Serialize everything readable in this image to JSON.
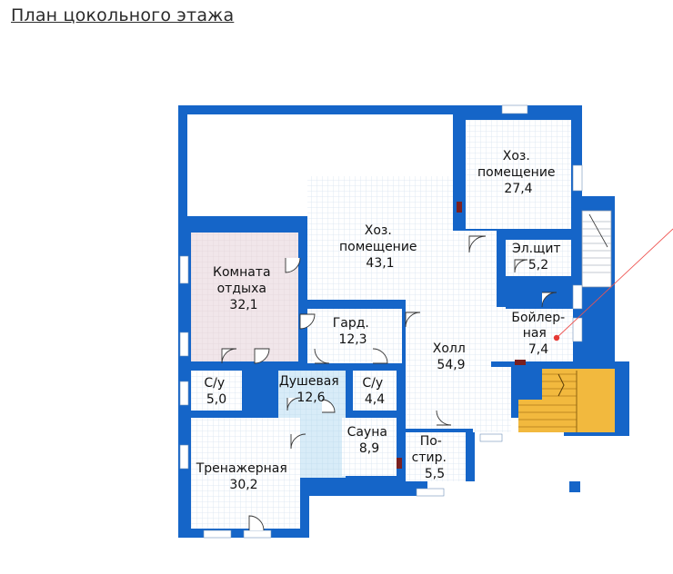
{
  "title": "План цокольного этажа",
  "colors": {
    "wall": "#1565c8",
    "tile": "#ffffff",
    "grid": "#d8e4f0",
    "rest_room": "#f1e6ea",
    "shower": "#d8ecf8",
    "stairs": "#f2b93e",
    "accent": "#e53935",
    "door_mark": "#7a2020"
  },
  "rooms": [
    {
      "id": "hoz1",
      "lines": [
        "Хоз.",
        "помещение",
        "27,4"
      ]
    },
    {
      "id": "hoz2",
      "lines": [
        "Хоз.",
        "помещение",
        "43,1"
      ]
    },
    {
      "id": "elshit",
      "lines": [
        "Эл.щит",
        "5,2"
      ]
    },
    {
      "id": "rest",
      "lines": [
        "Комната",
        "отдыха",
        "32,1"
      ]
    },
    {
      "id": "gard",
      "lines": [
        "Гард.",
        "12,3"
      ]
    },
    {
      "id": "holl",
      "lines": [
        "Холл",
        "54,9"
      ]
    },
    {
      "id": "boiler",
      "lines": [
        "Бойлер-",
        "ная",
        "7,4"
      ]
    },
    {
      "id": "su1",
      "lines": [
        "С/у",
        "5,0"
      ]
    },
    {
      "id": "shower",
      "lines": [
        "Душевая",
        "12,6"
      ]
    },
    {
      "id": "su2",
      "lines": [
        "С/у",
        "4,4"
      ]
    },
    {
      "id": "sauna",
      "lines": [
        "Сауна",
        "8,9"
      ]
    },
    {
      "id": "gym",
      "lines": [
        "Тренажерная",
        "30,2"
      ]
    },
    {
      "id": "laundry",
      "lines": [
        "По-",
        "стир.",
        "5,5"
      ]
    }
  ]
}
